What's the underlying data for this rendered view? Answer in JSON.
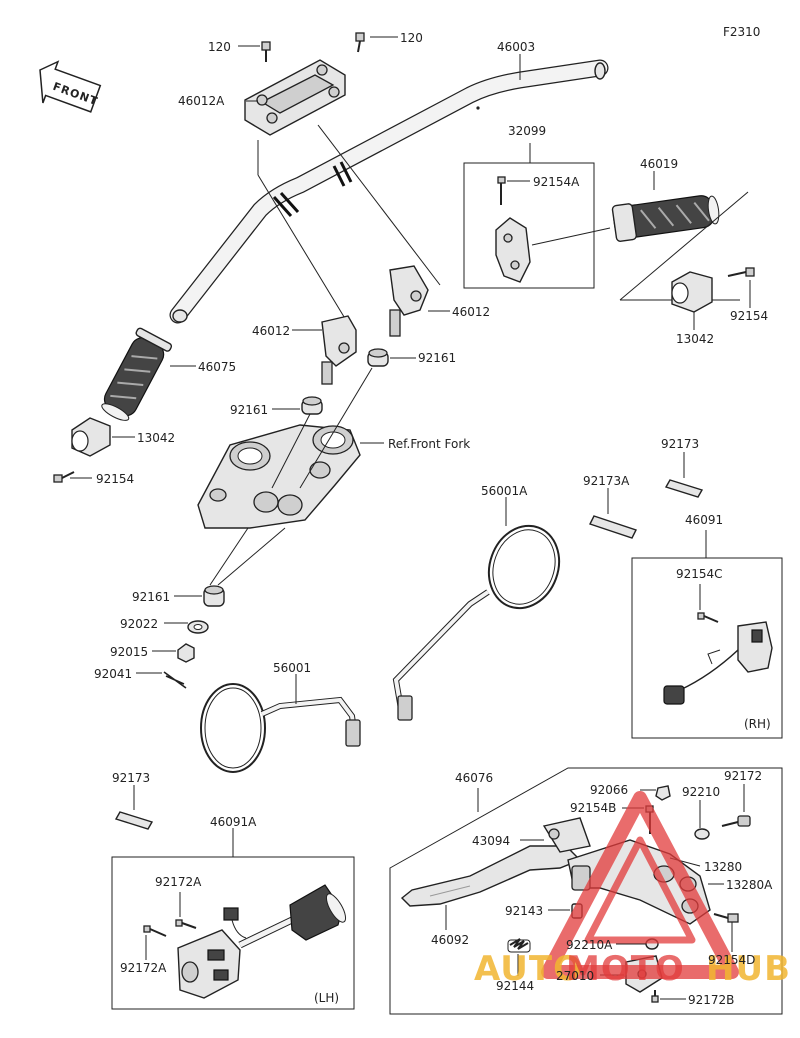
{
  "figure_code": "F2310",
  "front_label": "FRONT",
  "box_labels": {
    "rh": "(RH)",
    "lh": "(LH)"
  },
  "ref_label": "Ref.Front Fork",
  "watermark": {
    "part1": "AUTO",
    "part2": "MOTO",
    "part3": "HUB",
    "red": "#e23b3b",
    "yellow": "#f2b631"
  },
  "labels": {
    "l120a": "120",
    "l120b": "120",
    "l46003": "46003",
    "l46012A": "46012A",
    "l32099": "32099",
    "l92154A": "92154A",
    "l46019": "46019",
    "l13042r": "13042",
    "l92154r": "92154",
    "l46012L": "46012",
    "l46012R": "46012",
    "l46075": "46075",
    "l92161a": "92161",
    "l92161b": "92161",
    "l92161c": "92161",
    "l13042L": "13042",
    "l92154L": "92154",
    "l92173": "92173",
    "l92173A": "92173A",
    "l56001A": "56001A",
    "l46091": "46091",
    "l92154C": "92154C",
    "l92022": "92022",
    "l92015": "92015",
    "l92041": "92041",
    "l56001": "56001",
    "l92173b": "92173",
    "l46091A": "46091A",
    "l92172Aa": "92172A",
    "l92172Ab": "92172A",
    "l46076": "46076",
    "l92066": "92066",
    "l92172": "92172",
    "l92154B": "92154B",
    "l92210": "92210",
    "l43094": "43094",
    "l13280": "13280",
    "l13280A": "13280A",
    "l92143": "92143",
    "l46092": "46092",
    "l92210A": "92210A",
    "l92154D": "92154D",
    "l92144": "92144",
    "l27010": "27010",
    "l92172B": "92172B"
  }
}
